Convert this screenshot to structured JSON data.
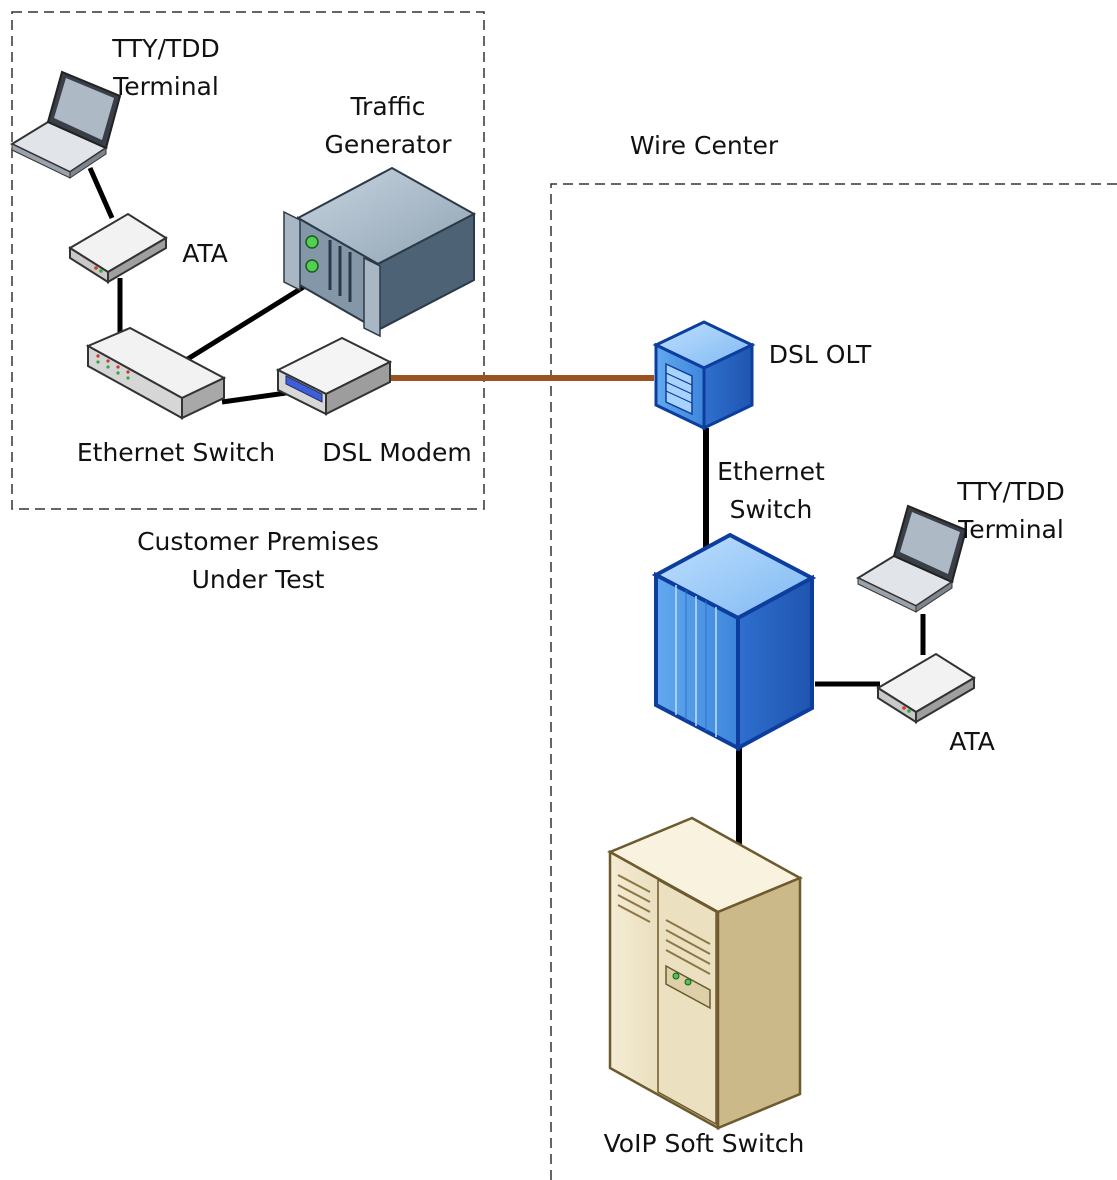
{
  "zones": {
    "customer": {
      "label_line1": "Customer Premises",
      "label_line2": "Under Test"
    },
    "wire_center": {
      "label": "Wire Center"
    }
  },
  "devices": {
    "tty_customer": {
      "line1": "TTY/TDD",
      "line2": "Terminal",
      "icon": "laptop-icon"
    },
    "ata_customer": {
      "label": "ATA",
      "icon": "ata-icon"
    },
    "traffic_generator": {
      "line1": "Traffic",
      "line2": "Generator",
      "icon": "rack-server-icon"
    },
    "ethernet_switch_customer": {
      "label": "Ethernet Switch",
      "icon": "ethernet-switch-icon"
    },
    "dsl_modem": {
      "label": "DSL Modem",
      "icon": "dsl-modem-icon"
    },
    "dsl_olt": {
      "label": "DSL OLT",
      "icon": "olt-icon"
    },
    "ethernet_switch_wc": {
      "line1": "Ethernet",
      "line2": "Switch",
      "icon": "mainframe-switch-icon"
    },
    "tty_wc": {
      "line1": "TTY/TDD",
      "line2": "Terminal",
      "icon": "laptop-icon"
    },
    "ata_wc": {
      "label": "ATA",
      "icon": "ata-icon"
    },
    "voip_soft_switch": {
      "label": "VoIP Soft Switch",
      "icon": "tower-server-icon"
    }
  },
  "colors": {
    "link": "#000000",
    "dsl_link": "#9a5220",
    "blue_device": "#1e63c8",
    "beige_server": "#efe3c4"
  }
}
